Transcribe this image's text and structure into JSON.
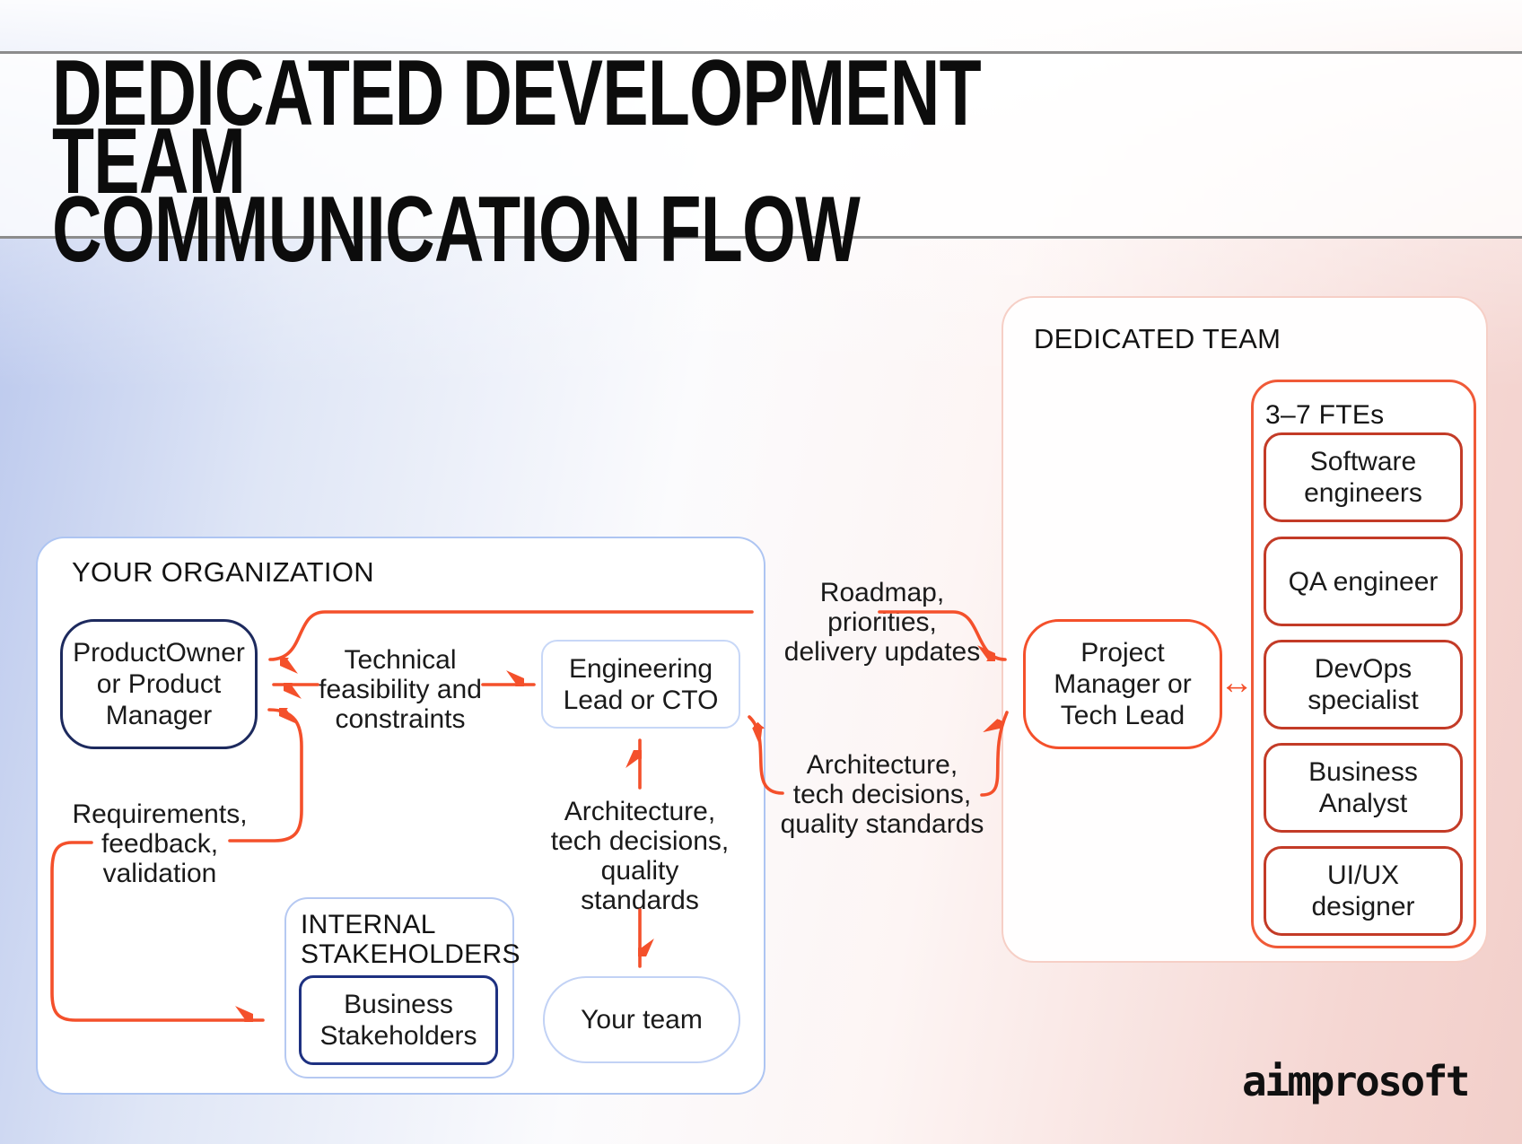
{
  "page": {
    "title": "DEDICATED DEVELOPMENT TEAM\nCOMMUNICATION FLOW"
  },
  "your_organization": {
    "label": "YOUR ORGANIZATION",
    "product_owner": "ProductOwner\nor Product\nManager",
    "engineering_lead": "Engineering\nLead or CTO",
    "internal_stakeholders_label": "INTERNAL\nSTAKEHOLDERS",
    "business_stakeholders": "Business\nStakeholders",
    "your_team": "Your team"
  },
  "flow_labels": {
    "technical": "Technical\nfeasibility and\nconstraints",
    "requirements": "Requirements,\nfeedback,\nvalidation",
    "architecture_center": "Architecture,\ntech decisions,\nquality\nstandards",
    "roadmap": "Roadmap,\npriorities,\ndelivery updates",
    "architecture_right": "Architecture,\ntech decisions,\nquality standards",
    "bidi_arrow": "↔"
  },
  "dedicated_team": {
    "label": "DEDICATED TEAM",
    "project_manager": "Project\nManager or\nTech Lead",
    "ftes_label": "3–7 FTEs",
    "roles": [
      {
        "label": "Software\nengineers"
      },
      {
        "label": "QA engineer"
      },
      {
        "label": "DevOps\nspecialist"
      },
      {
        "label": "Business\nAnalyst"
      },
      {
        "label": "UI/UX\ndesigner"
      }
    ]
  },
  "footer": {
    "logo": "aimprosoft"
  },
  "colors": {
    "arrow_red": "#f4502b",
    "pm_border": "#f4502b",
    "ftes_border": "#f05a38",
    "role_border": "#c33b27",
    "product_owner_border": "#1d2a5e",
    "business_stakeholders_border": "#1e3181",
    "organization_border": "#aec5f2",
    "dedicated_team_border": "#f6cfc6",
    "header_rule": "#8c8c8c"
  }
}
